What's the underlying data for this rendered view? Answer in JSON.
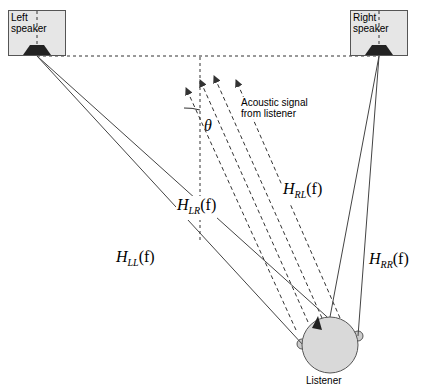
{
  "diagram": {
    "nodes": [
      {
        "text": [
          "Left speaker"
        ]
      },
      {
        "text": [
          "Right speaker"
        ]
      },
      {
        "text": [
          "Listener"
        ]
      }
    ],
    "edges": [
      {
        "from": 0,
        "to": 2,
        "label": "HLL(f)",
        "arrow": "none"
      },
      {
        "from": 0,
        "to": 2,
        "label": "HLR(f)",
        "arrow": "none"
      },
      {
        "from": 1,
        "to": 2,
        "label": "HRL(f)",
        "arrow": "none"
      },
      {
        "from": 1,
        "to": 2,
        "label": "HRR(f)",
        "arrow": "none"
      }
    ],
    "labels": [
      "θ",
      "Acoustic signal from listener"
    ]
  }
}
